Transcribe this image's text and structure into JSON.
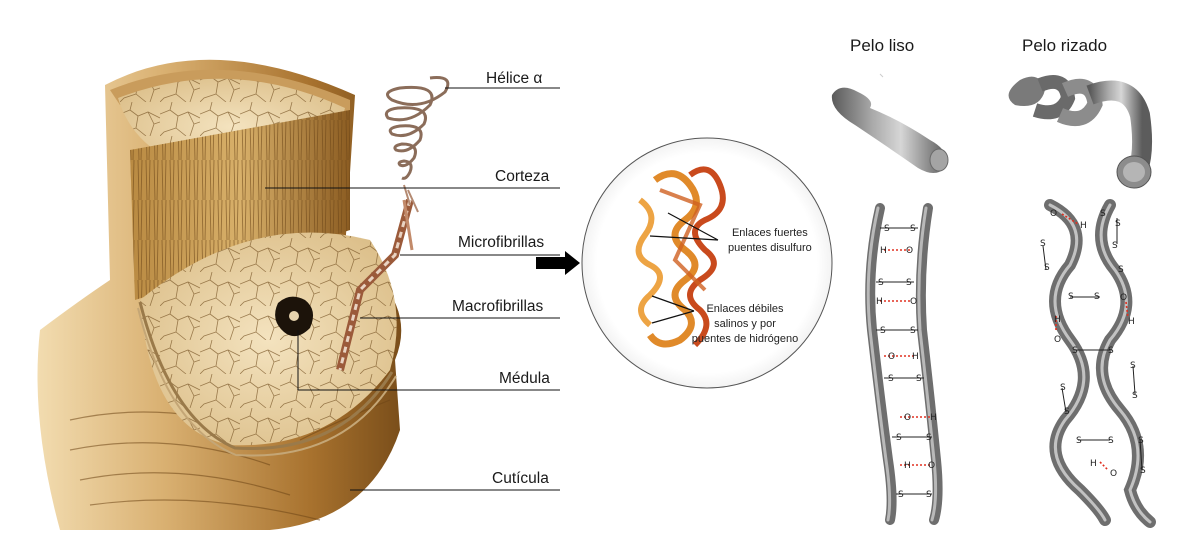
{
  "hair_structure": {
    "labels": {
      "helix": "Hélice α",
      "cortex": "Corteza",
      "microfibrils": "Microfibrillas",
      "macrofibrils": "Macrofibrillas",
      "medulla": "Médula",
      "cuticle": "Cutícula"
    }
  },
  "protein_detail": {
    "strong_bonds": [
      "Enlaces fuertes",
      "puentes disulfuro"
    ],
    "weak_bonds": [
      "Enlaces débiles",
      "salinos y por",
      "puentes de hidrógeno"
    ]
  },
  "comparison": {
    "straight_title": "Pelo liso",
    "curly_title": "Pelo rizado",
    "bond_symbols": {
      "sulfur": "S",
      "hydrogen": "H",
      "oxygen": "O"
    }
  },
  "colors": {
    "hair_dark": "#8a5a1c",
    "hair_light": "#e6c99a",
    "protein_orange": "#e07a1e",
    "protein_red": "#b8341a",
    "strand_gray": "#7d7d7d",
    "hbond_red": "#e03020"
  }
}
